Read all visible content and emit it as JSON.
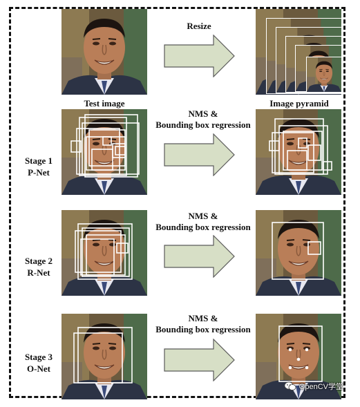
{
  "labels": {
    "resize": "Resize",
    "test_image": "Test image",
    "image_pyramid": "Image pyramid",
    "nms_line1": "NMS &",
    "nms_line2": "Bounding box regression"
  },
  "stages": [
    {
      "title": "Stage 1",
      "net": "P-Net"
    },
    {
      "title": "Stage 2",
      "net": "R-Net"
    },
    {
      "title": "Stage 3",
      "net": "O-Net"
    }
  ],
  "watermark": {
    "text": "OpenCV学堂",
    "icon": "wechat-icon"
  },
  "colors": {
    "arrow_fill": "#d7dfc6",
    "arrow_stroke": "#5a5a5a",
    "box": "#ffffff",
    "frame": "#111111"
  }
}
